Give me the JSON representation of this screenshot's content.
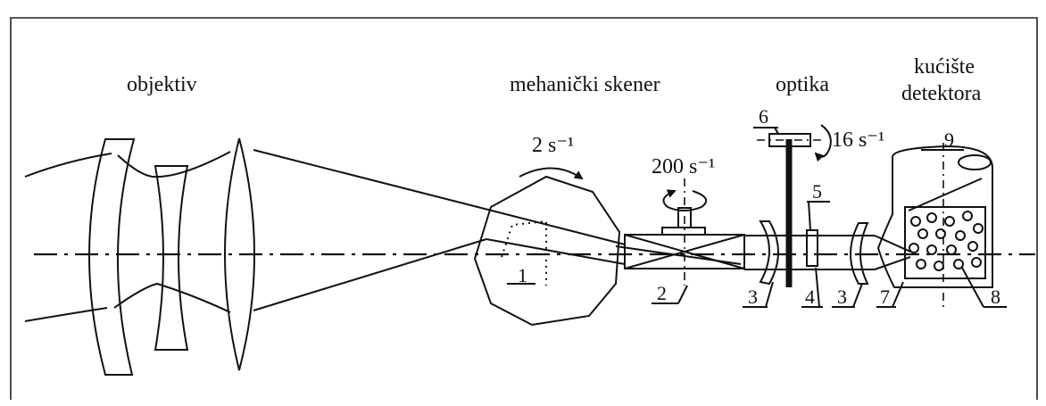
{
  "labels": {
    "objective": "objektiv",
    "scanner": "mehanički skener",
    "optics": "optika",
    "housing_line1": "kućište",
    "housing_line2": "detektora"
  },
  "rates": {
    "scanner_rotation": "2 s⁻¹",
    "mirror_rotation": "200 s⁻¹",
    "chopper_rotation": "16 s⁻¹"
  },
  "callouts": {
    "n1": "1",
    "n2": "2",
    "n3a": "3",
    "n3b": "3",
    "n4": "4",
    "n5": "5",
    "n6": "6",
    "n7": "7",
    "n8": "8",
    "n9": "9"
  }
}
